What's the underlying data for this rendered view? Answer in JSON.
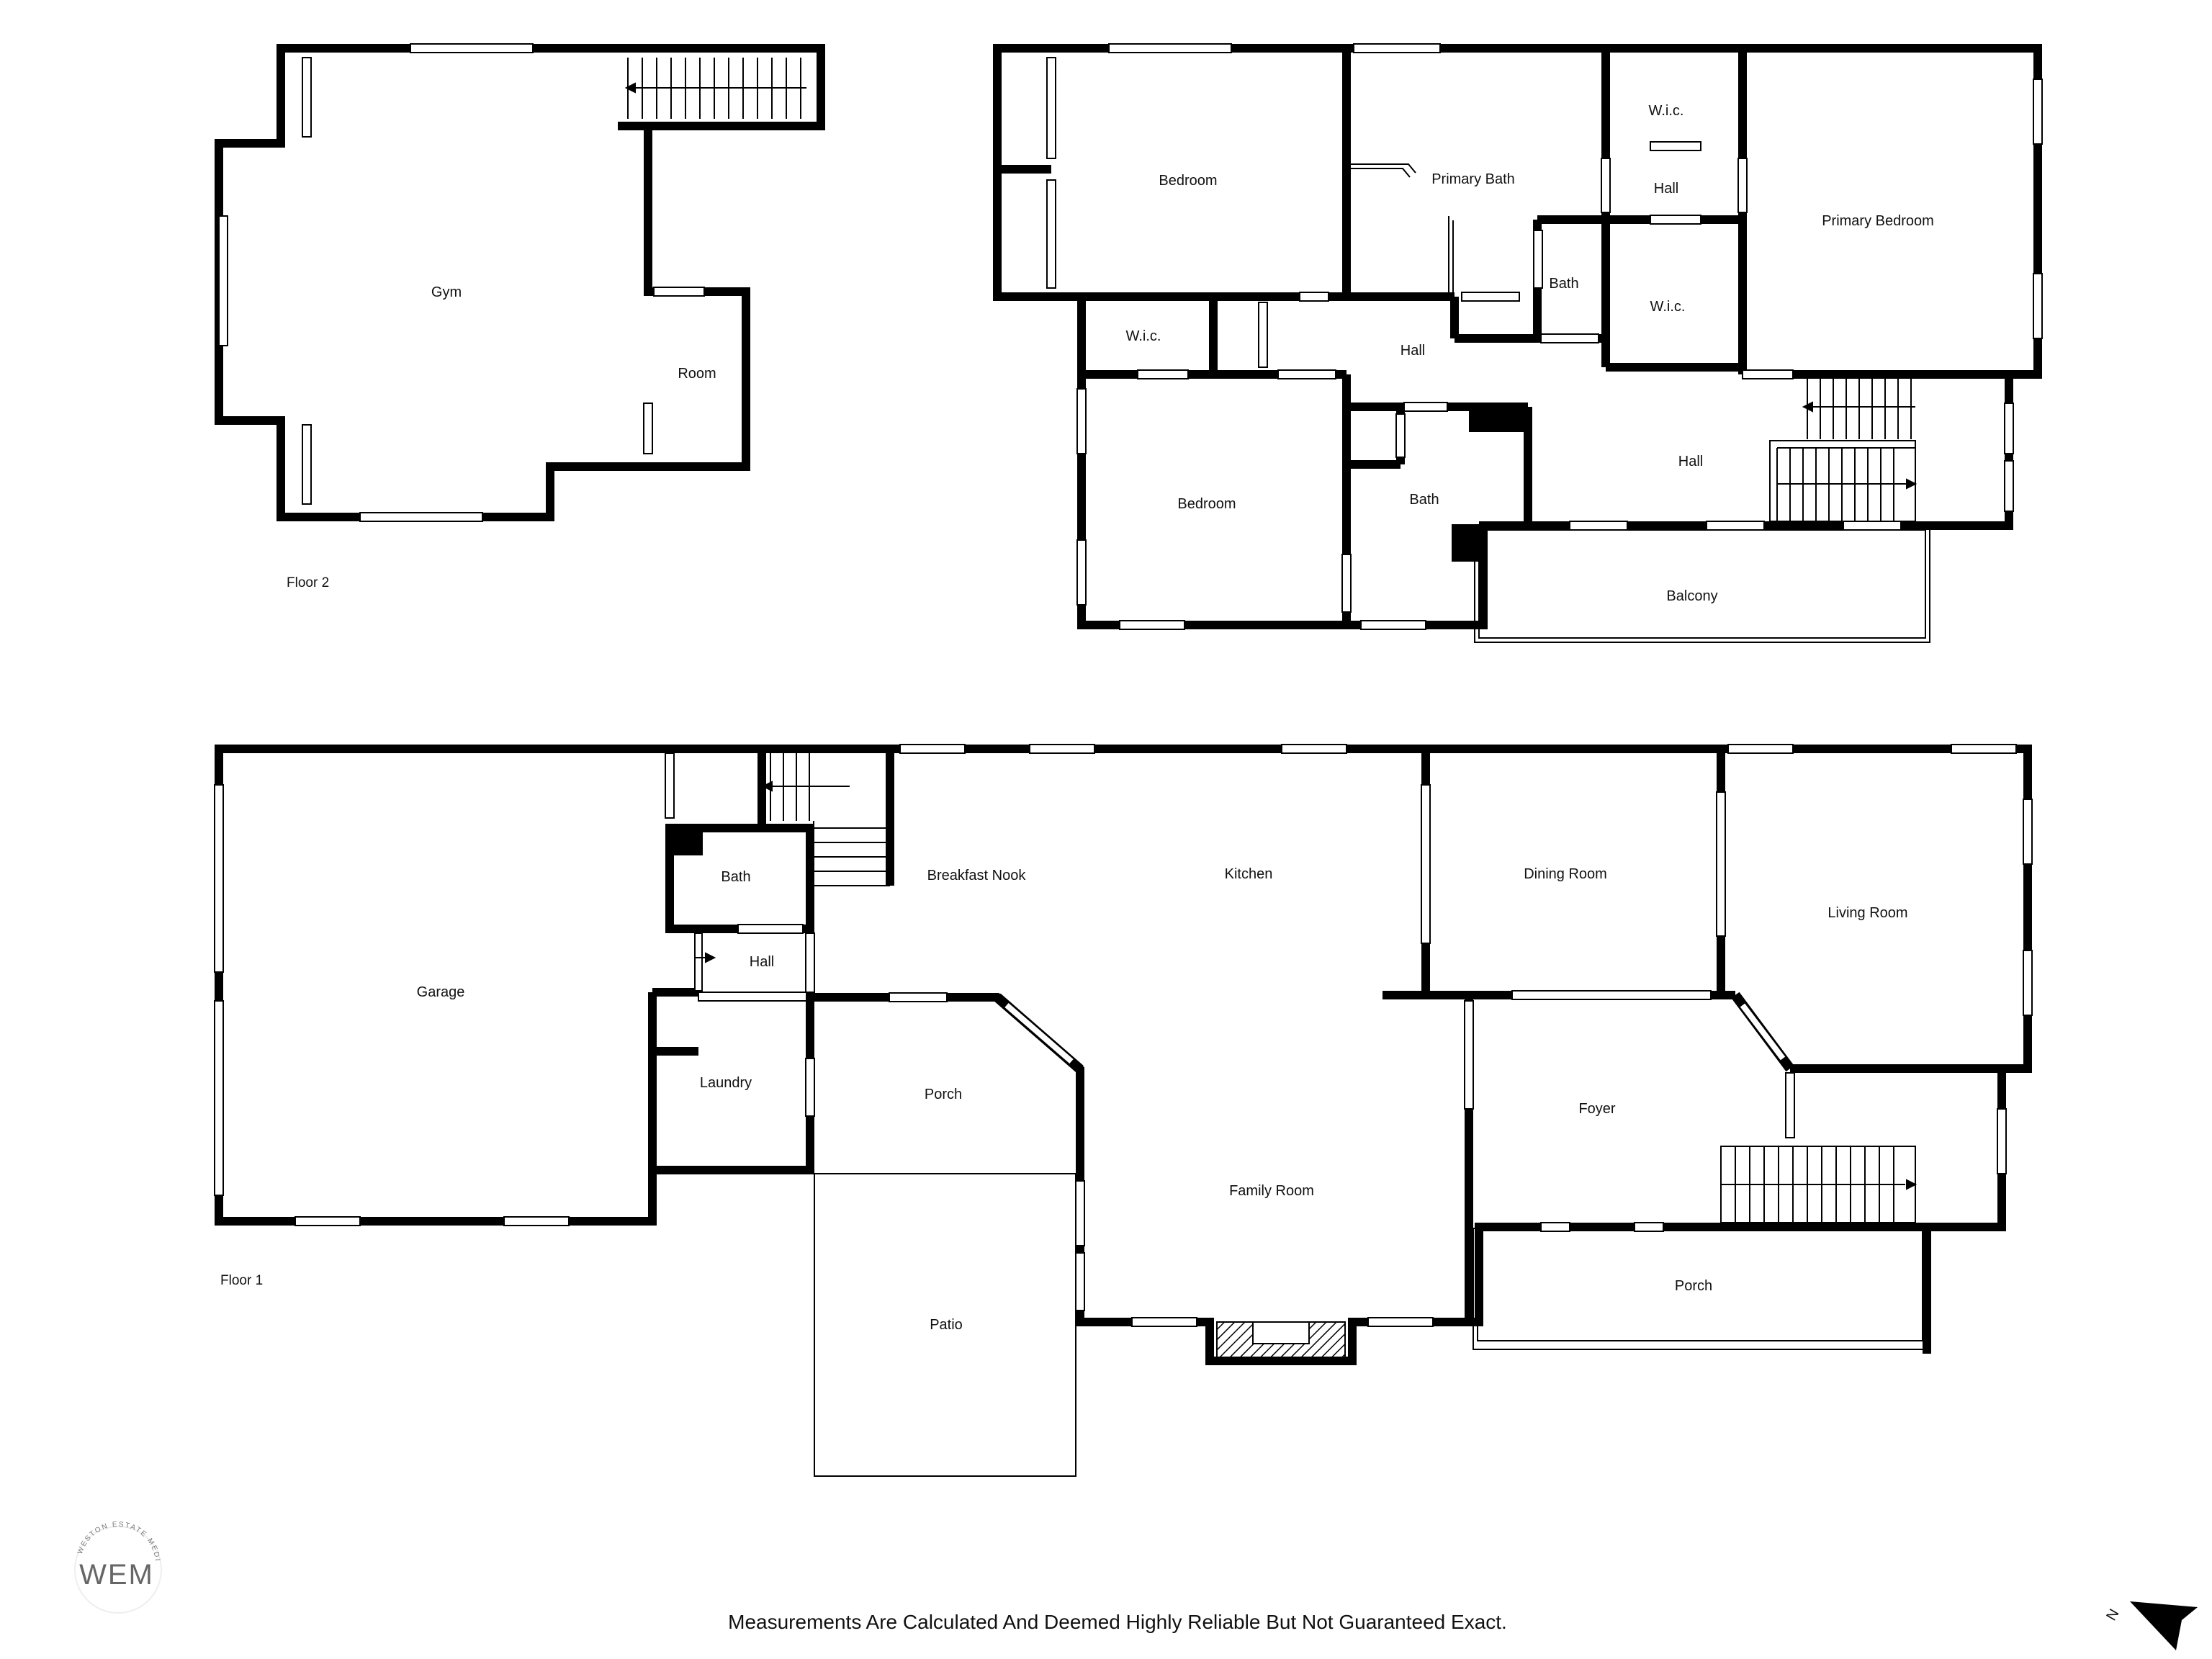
{
  "floors": {
    "floor2": {
      "label": "Floor 2",
      "rooms": {
        "gym": "Gym",
        "room": "Room"
      }
    },
    "upper": {
      "rooms": {
        "bedroom_west": "Bedroom",
        "primary_bath": "Primary Bath",
        "wic_top": "W.i.c.",
        "hall_small": "Hall",
        "primary_bedroom": "Primary Bedroom",
        "bath_small": "Bath",
        "wic_right": "W.i.c.",
        "wic_left": "W.i.c.",
        "hall_mid": "Hall",
        "bedroom_south": "Bedroom",
        "bath_mid": "Bath",
        "hall_east": "Hall",
        "balcony": "Balcony"
      }
    },
    "floor1": {
      "label": "Floor 1",
      "rooms": {
        "garage": "Garage",
        "bath": "Bath",
        "hall": "Hall",
        "laundry": "Laundry",
        "breakfast_nook": "Breakfast Nook",
        "kitchen": "Kitchen",
        "porch_west": "Porch",
        "patio": "Patio",
        "family_room": "Family Room",
        "dining_room": "Dining Room",
        "living_room": "Living Room",
        "foyer": "Foyer",
        "porch_front": "Porch"
      }
    }
  },
  "disclaimer": "Measurements Are Calculated And Deemed Highly Reliable But Not Guaranteed Exact.",
  "logo": {
    "initials": "WEM",
    "ring_text": "WESTON ESTATE MEDIA"
  },
  "compass": {
    "label": "N"
  },
  "colors": {
    "wall": "#000000",
    "window": "#ffffff",
    "background": "#ffffff"
  }
}
